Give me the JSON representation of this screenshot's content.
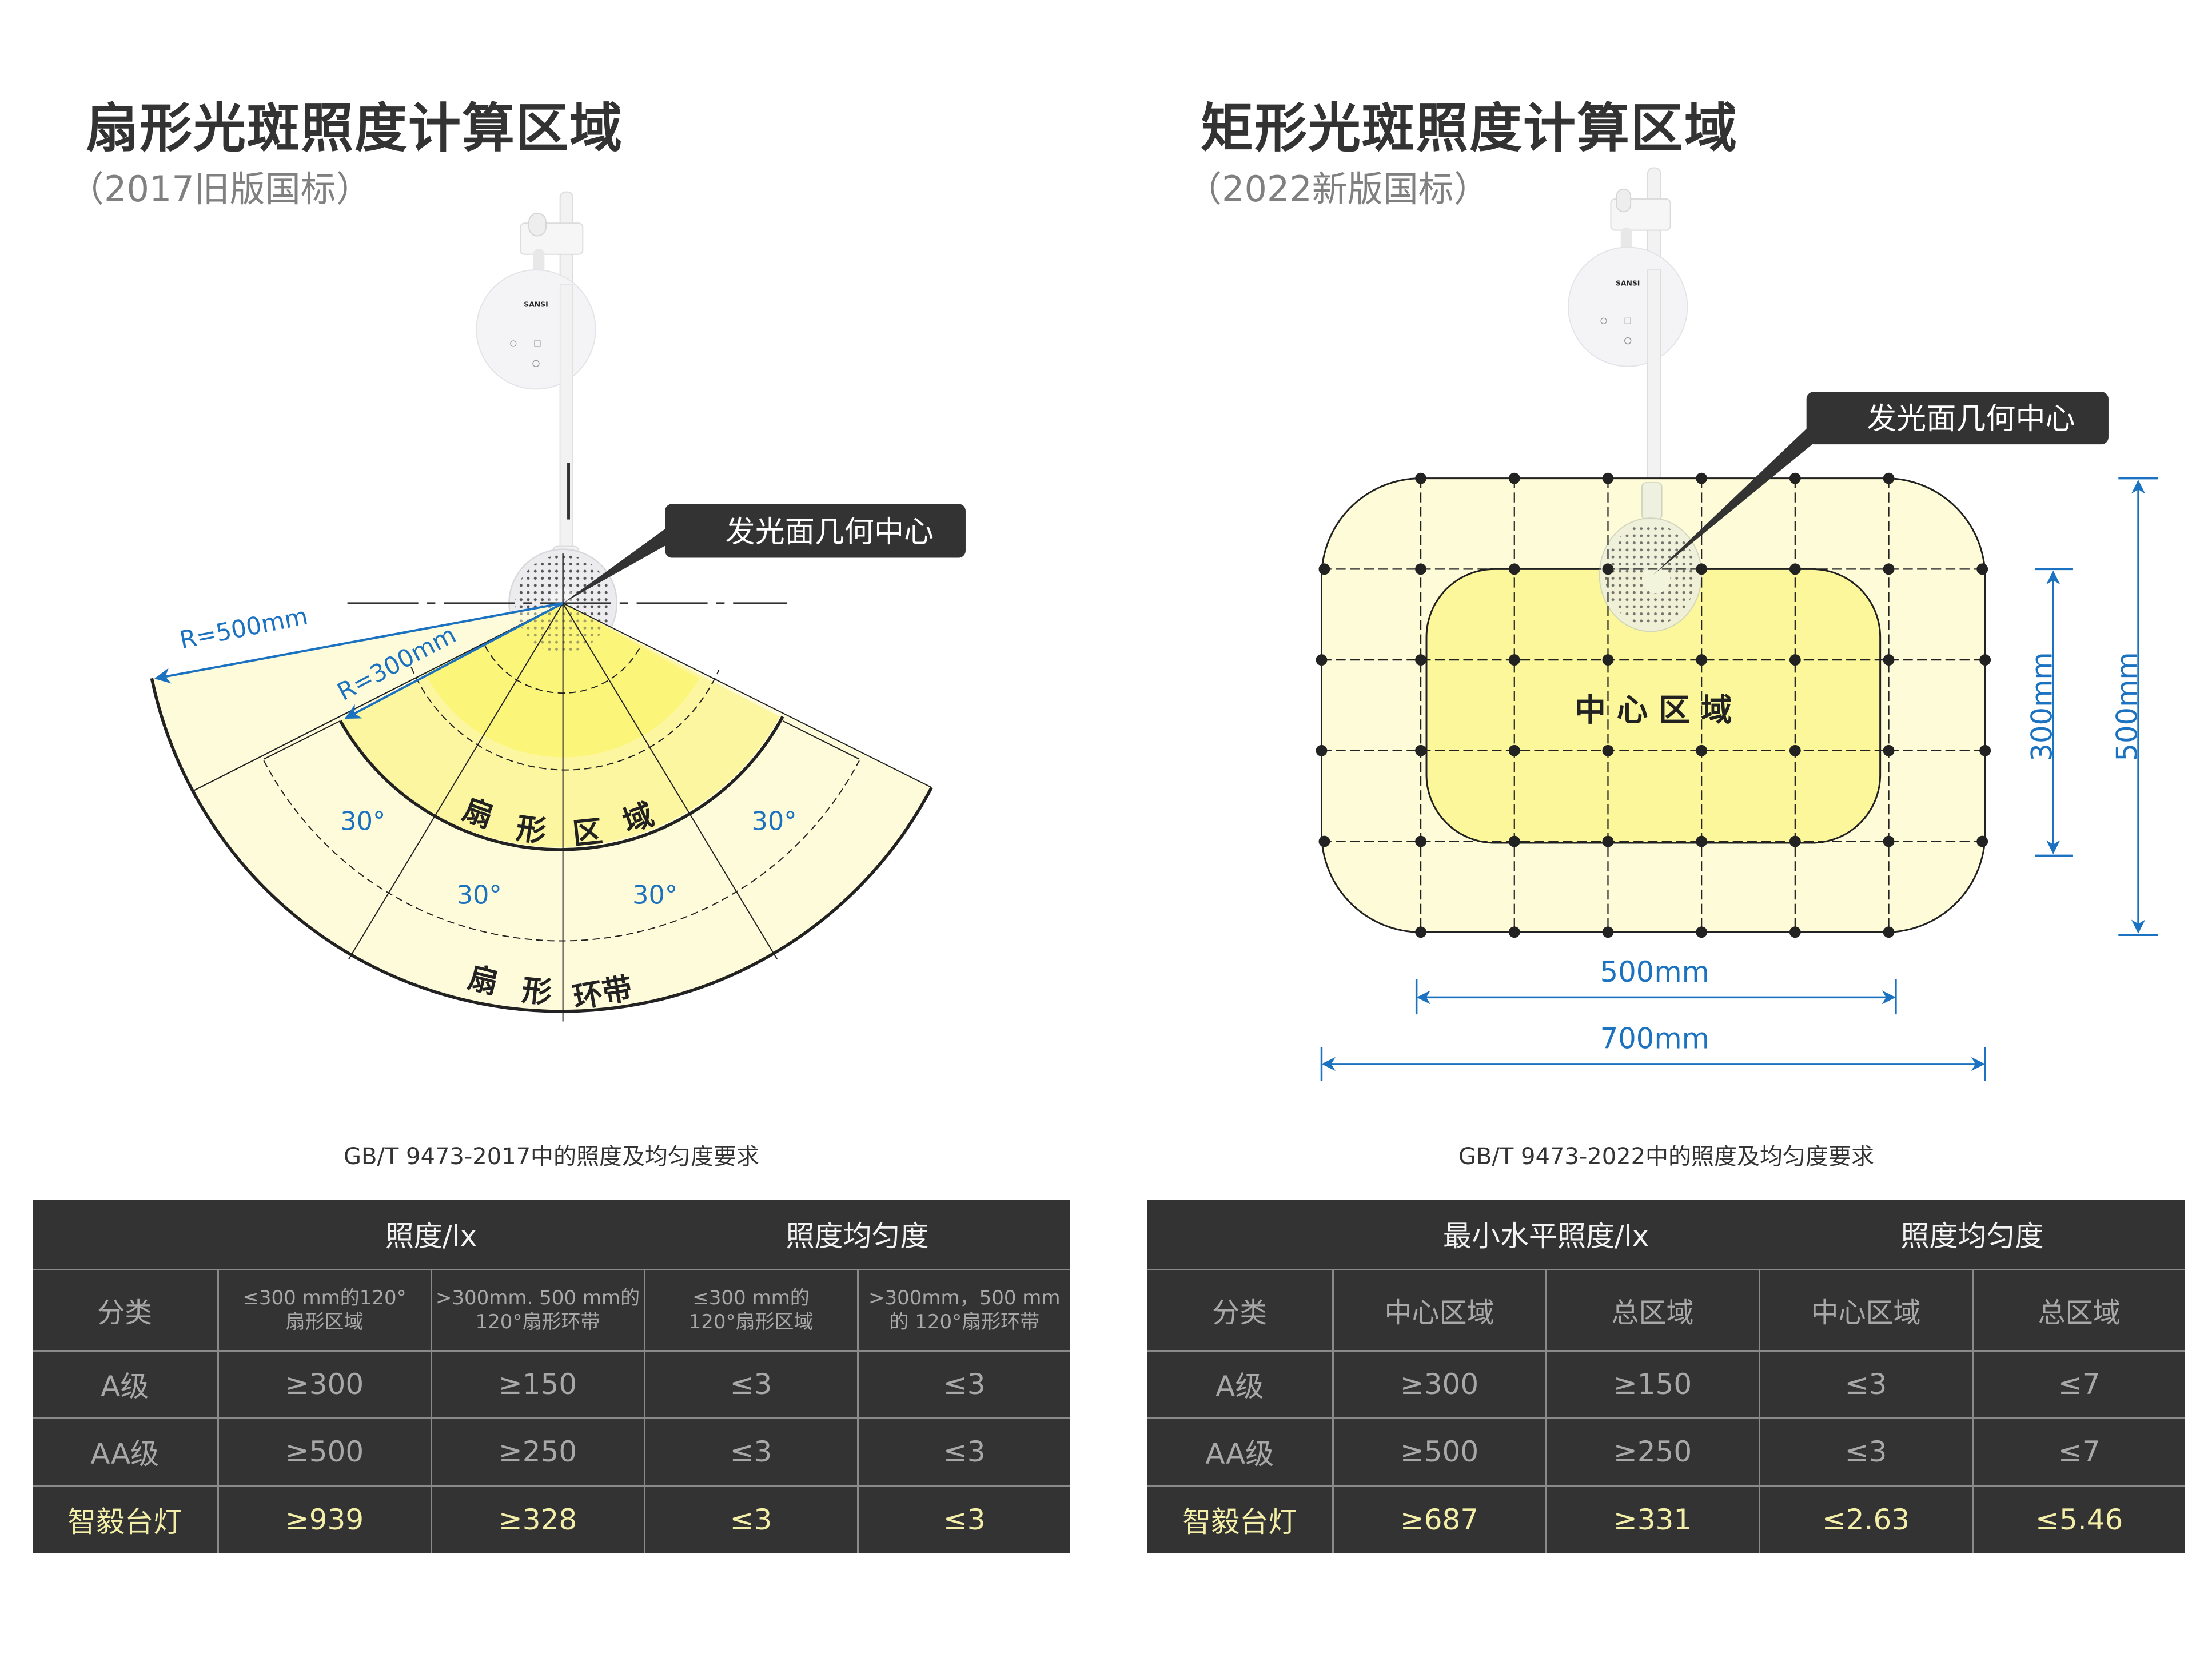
{
  "left": {
    "title": "扇形光斑照度计算区域",
    "subtitle": "（2017旧版国标）",
    "diagram": {
      "callout": "发光面几何中心",
      "r_outer_label": "R=500mm",
      "r_inner_label": "R=300mm",
      "angle_labels": [
        "30°",
        "30°",
        "30°",
        "30°"
      ],
      "sector_region_label": [
        "扇",
        "形",
        "区",
        "域"
      ],
      "ring_band_label": [
        "扇",
        "形",
        "环带"
      ],
      "lamp_logo": "SANSI"
    },
    "caption": "GB/T 9473-2017中的照度及均匀度要求",
    "table": {
      "group_headers": [
        "照度/lx",
        "照度均匀度"
      ],
      "columns": [
        "分类",
        "≤300 mm的120° 扇形区域",
        ">300mm. 500 mm的 120°扇形环带",
        "≤300 mm的 120°扇形区域",
        ">300mm，500 mm 的 120°扇形环带"
      ],
      "columns_lines": [
        [
          "分类"
        ],
        [
          "≤300 mm的120°",
          "扇形区域"
        ],
        [
          ">300mm. 500 mm的",
          "120°扇形环带"
        ],
        [
          "≤300 mm的",
          "120°扇形区域"
        ],
        [
          ">300mm，500 mm",
          "的 120°扇形环带"
        ]
      ],
      "rows": [
        [
          "A级",
          "≥300",
          "≥150",
          "≤3",
          "≤3"
        ],
        [
          "AA级",
          "≥500",
          "≥250",
          "≤3",
          "≤3"
        ],
        [
          "智毅台灯",
          "≥939",
          "≥328",
          "≤3",
          "≤3"
        ]
      ]
    }
  },
  "right": {
    "title": "矩形光斑照度计算区域",
    "subtitle": "（2022新版国标）",
    "diagram": {
      "callout": "发光面几何中心",
      "center_label": "中 心 区 域",
      "dim_width_inner": "500mm",
      "dim_width_outer": "700mm",
      "dim_height_inner": "300mm",
      "dim_height_outer": "500mm",
      "lamp_logo": "SANSI"
    },
    "caption": "GB/T 9473-2022中的照度及均匀度要求",
    "table": {
      "group_headers": [
        "最小水平照度/lx",
        "照度均匀度"
      ],
      "columns": [
        "分类",
        "中心区域",
        "总区域",
        "中心区域",
        "总区域"
      ],
      "rows": [
        [
          "A级",
          "≥300",
          "≥150",
          "≤3",
          "≤7"
        ],
        [
          "AA级",
          "≥500",
          "≥250",
          "≤3",
          "≤7"
        ],
        [
          "智毅台灯",
          "≥687",
          "≥331",
          "≤2.63",
          "≤5.46"
        ]
      ]
    }
  },
  "colors": {
    "accent_blue": "#1a72c0",
    "table_bg": "#333333",
    "table_grid": "#8a8a8a",
    "table_text": "#a8a8a8",
    "highlight_text": "#f3efa8",
    "fill_inner": "#fbf79a",
    "fill_outer": "#fefbd8",
    "callout_bg": "#333333"
  }
}
